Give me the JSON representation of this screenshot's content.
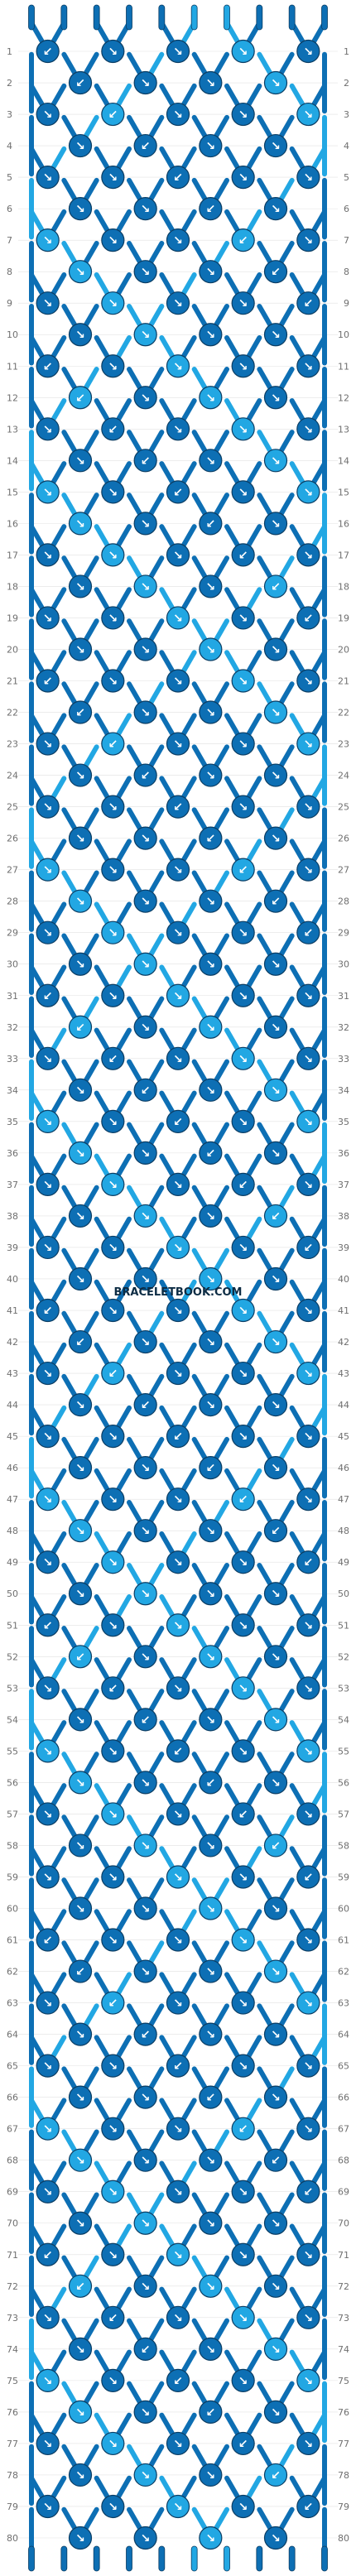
{
  "pattern": {
    "rows": 80,
    "strings": 10,
    "colors": {
      "dark": "#0d6fb4",
      "light": "#22a7e3",
      "outline": "#0b3d63",
      "arrow": "#ffffff"
    },
    "string_colors": [
      "dark",
      "dark",
      "dark",
      "dark",
      "dark",
      "light",
      "light",
      "dark",
      "dark",
      "dark"
    ],
    "knot_type_symbols": {
      "forward": "↘",
      "backward": "↙",
      "forward-backward": "↘↙",
      "backward-forward": "↙↘"
    },
    "row_labels": [
      "1",
      "2",
      "3",
      "4",
      "5",
      "6",
      "7",
      "8",
      "9",
      "10",
      "11",
      "12",
      "13",
      "14",
      "15",
      "16",
      "17",
      "18",
      "19",
      "20",
      "21",
      "22",
      "23",
      "24",
      "25",
      "26",
      "27",
      "28",
      "29",
      "30",
      "31",
      "32",
      "33",
      "34",
      "35",
      "36",
      "37",
      "38",
      "39",
      "40",
      "41",
      "42",
      "43",
      "44",
      "45",
      "46",
      "47",
      "48",
      "49",
      "50",
      "51",
      "52",
      "53",
      "54",
      "55",
      "56",
      "57",
      "58",
      "59",
      "60",
      "61",
      "62",
      "63",
      "64",
      "65",
      "66",
      "67",
      "68",
      "69",
      "70",
      "71",
      "72",
      "73",
      "74",
      "75",
      "76",
      "77",
      "78",
      "79",
      "80"
    ]
  },
  "watermark": {
    "text": "BRACELETBOOK.COM",
    "row": 40
  }
}
